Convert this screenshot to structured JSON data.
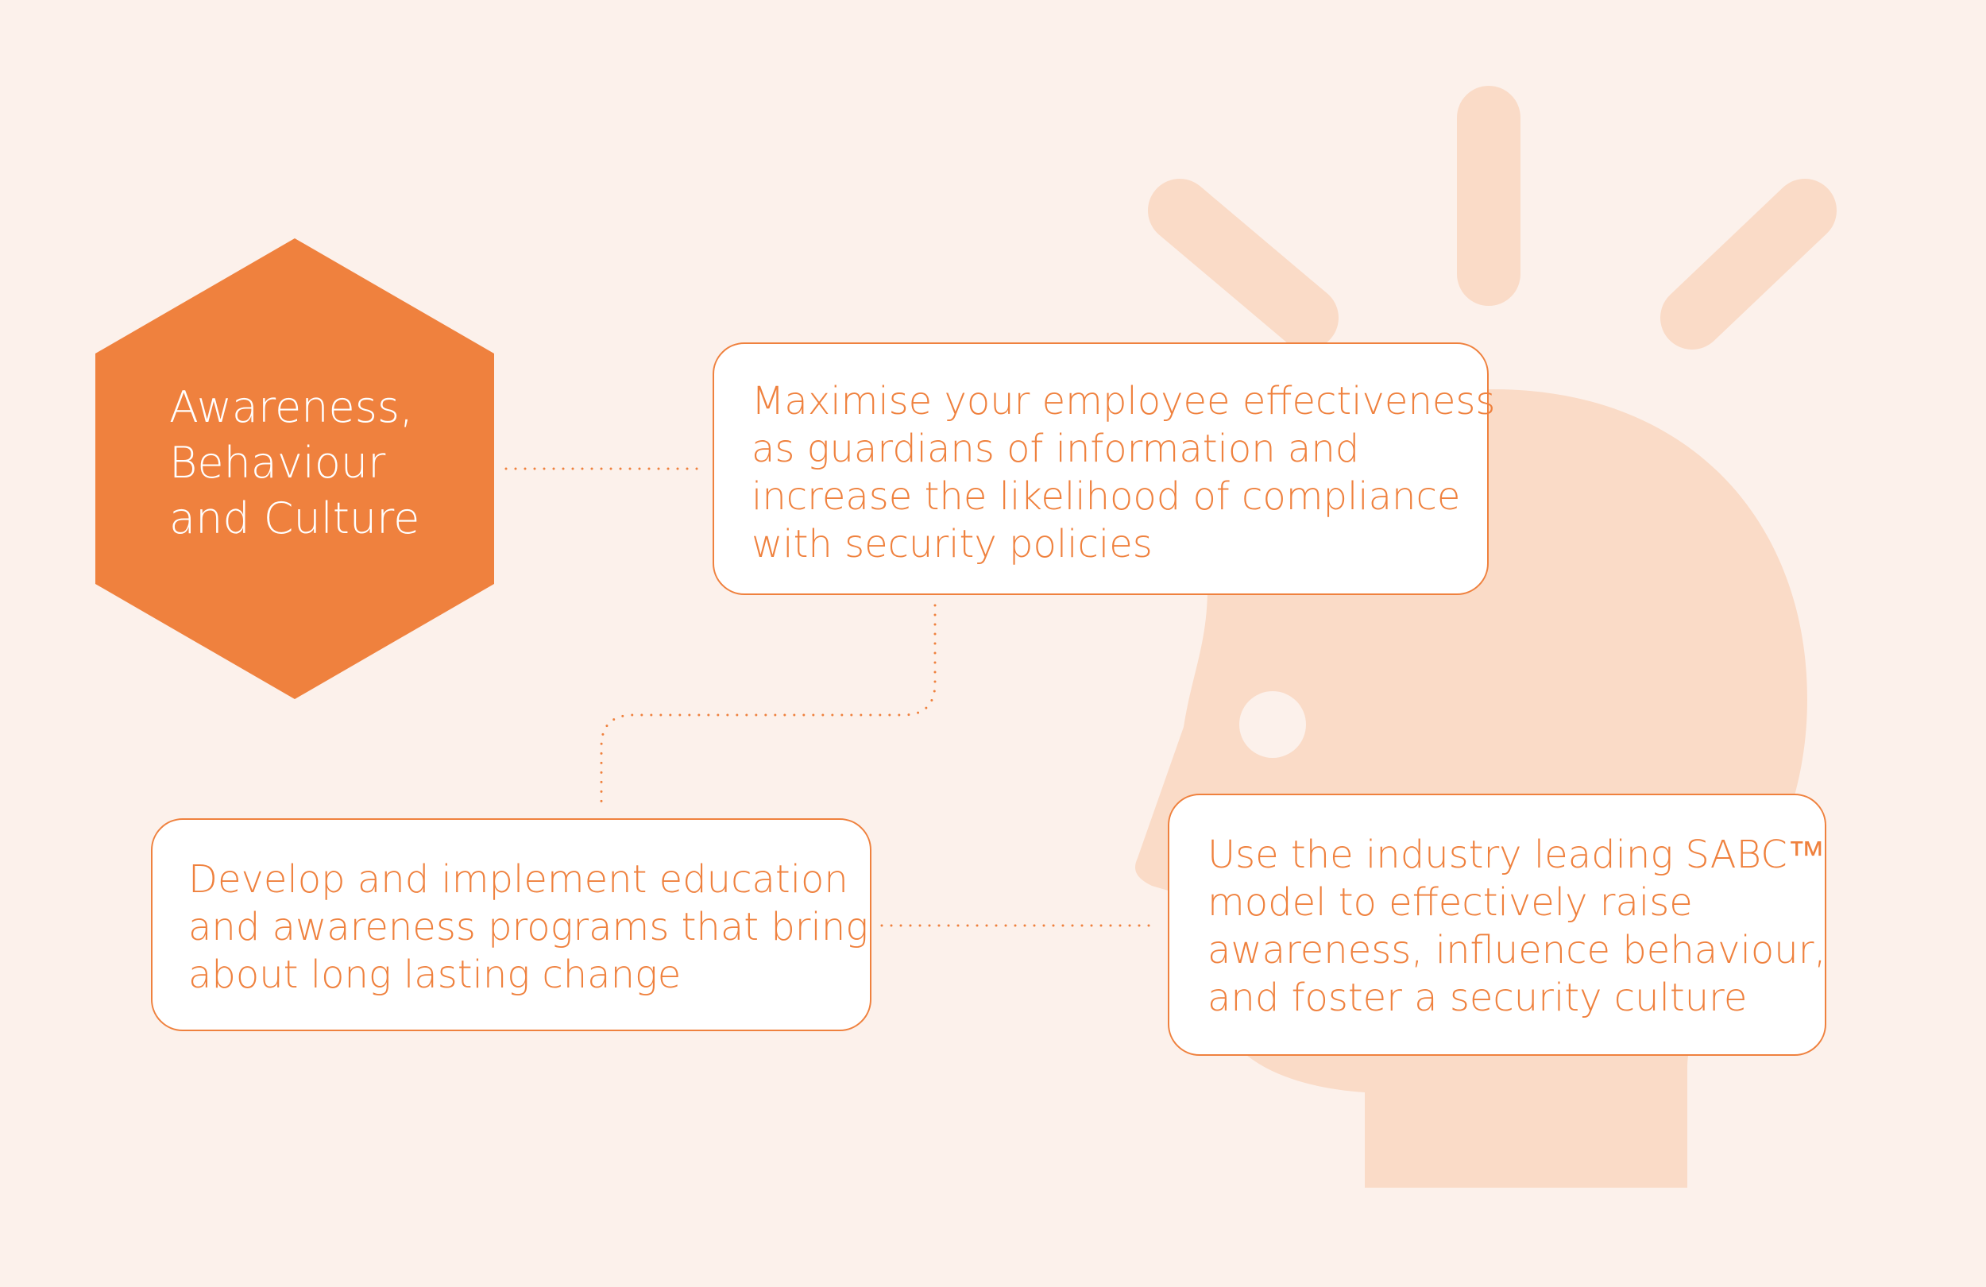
{
  "colors": {
    "background": "#fcf1eb",
    "accent": "#ef813e",
    "illustration": "#fadbc7",
    "card_background": "#ffffff"
  },
  "illustration": {
    "name": "head-with-idea-rays-icon"
  },
  "hexagon": {
    "lines": [
      "Awareness,",
      "Behaviour",
      "and Culture"
    ]
  },
  "callouts": {
    "top": {
      "lines": [
        "Maximise your employee effectiveness",
        "as guardians of information and",
        "increase the likelihood of compliance",
        "with security policies"
      ]
    },
    "left": {
      "lines": [
        "Develop and implement education",
        "and awareness programs that bring",
        "about long lasting change"
      ]
    },
    "right": {
      "lines": [
        "Use the industry leading SABC™",
        "model to effectively raise",
        "awareness, influence behaviour,",
        "and foster a security culture"
      ]
    }
  }
}
